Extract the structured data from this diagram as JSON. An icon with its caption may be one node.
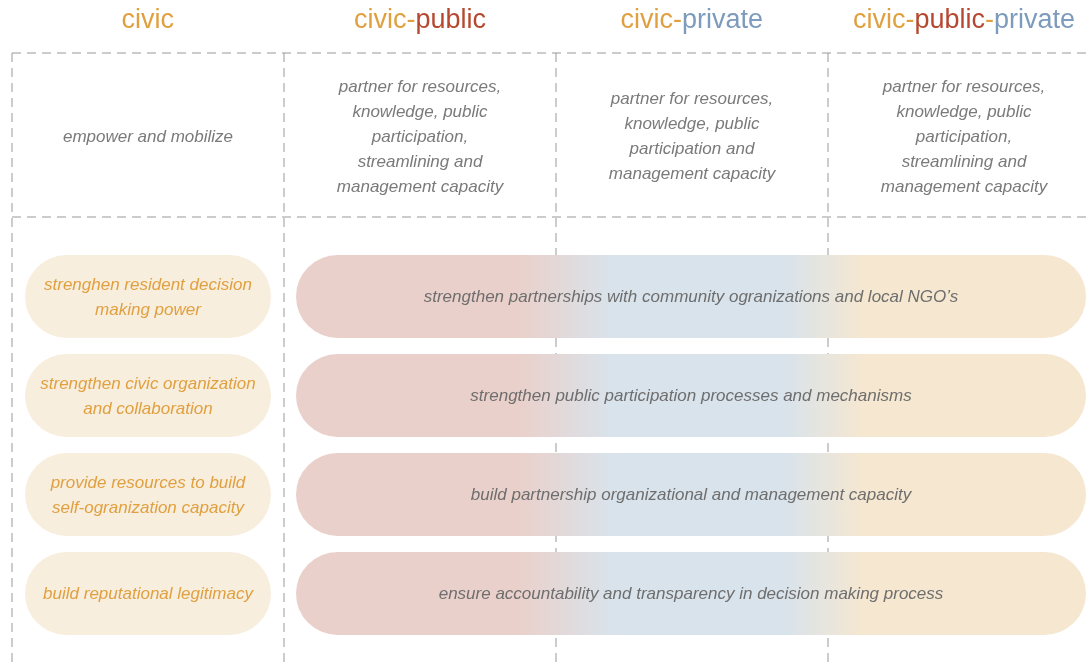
{
  "diagram": {
    "nodes": [
      {
        "text": [
          "strenghen resident decision making power"
        ]
      },
      {
        "text": [
          "strengthen partnerships with community ogranizations and local NGO’s"
        ]
      },
      {
        "text": [
          "strengthen civic organization and collaboration"
        ]
      },
      {
        "text": [
          "strengthen public participation processes and mechanisms"
        ]
      },
      {
        "text": [
          "provide resources to build self-ogranization capacity"
        ]
      },
      {
        "text": [
          "build partnership organizational and management capacity"
        ]
      },
      {
        "text": [
          "build reputational legitimacy"
        ]
      },
      {
        "text": [
          "ensure accountability and transparency in decision making process"
        ]
      }
    ],
    "labels": [
      "civic",
      "civic-public",
      "civic-private",
      "civic-public-private",
      "empower and mobilize",
      "partner for resources, knowledge, public participation, streamlining and management capacity",
      "partner for resources, knowledge, public participation and management capacity",
      "partner for resources, knowledge, public participation, streamlining and management capacity"
    ]
  }
}
